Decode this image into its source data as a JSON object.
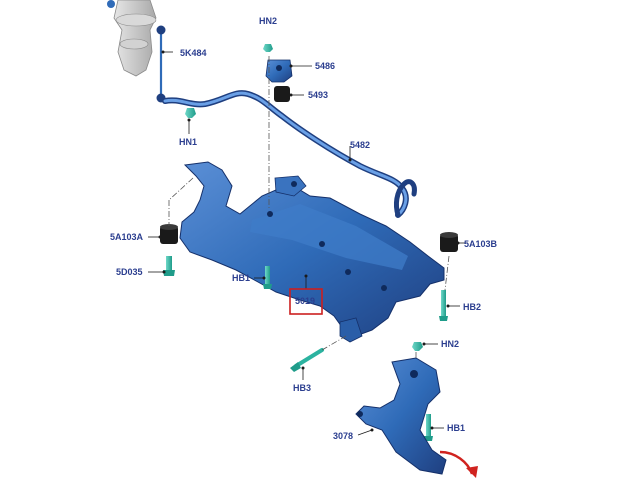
{
  "labels": {
    "hn2_top": "HN2",
    "p5k484": "5K484",
    "p5486": "5486",
    "p5493": "5493",
    "hn1": "HN1",
    "p5482": "5482",
    "p5a103a": "5A103A",
    "p5a103b": "5A103B",
    "p5d035": "5D035",
    "hb1_left": "HB1",
    "p5019": "5019",
    "hb2": "HB2",
    "hn2_bottom": "HN2",
    "hb3": "HB3",
    "hb1_right": "HB1",
    "p3078": "3078"
  },
  "highlight": {
    "part": "5019",
    "box_color": "#cc1f1f"
  },
  "colors": {
    "label_text": "#2b3e8f",
    "part_blue": "#2f6bb8",
    "part_dark": "#1f3f80",
    "fastener_teal": "#2bb3a0",
    "bushing_black": "#1a1a1a",
    "strut_grey": "#c8c8c8",
    "arrow_red": "#d0231f"
  }
}
